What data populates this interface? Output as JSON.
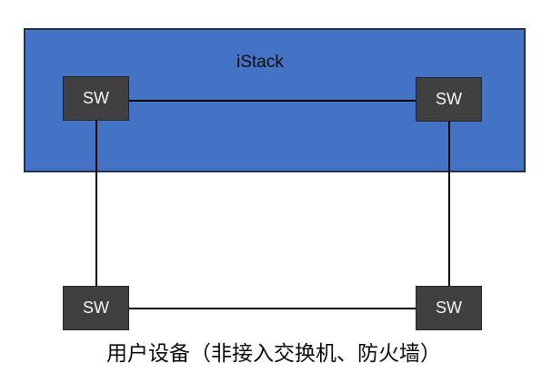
{
  "diagram": {
    "title": "iStack",
    "caption": "用户设备（非接入交换机、防火墙）",
    "zone": {
      "label": "iStack",
      "description_nodes": "two stacked switches linked by a horizontal line"
    },
    "nodes": [
      {
        "id": "sw-top-left",
        "label": "SW"
      },
      {
        "id": "sw-top-right",
        "label": "SW"
      },
      {
        "id": "sw-bottom-left",
        "label": "SW"
      },
      {
        "id": "sw-bottom-right",
        "label": "SW"
      }
    ],
    "connectors": [
      {
        "id": "top-horizontal",
        "from": "sw-top-left",
        "to": "sw-top-right"
      },
      {
        "id": "bottom-horizontal",
        "from": "sw-bottom-left",
        "to": "sw-bottom-right"
      },
      {
        "id": "left-vertical",
        "from": "sw-top-left",
        "to": "sw-bottom-left"
      },
      {
        "id": "right-vertical",
        "from": "sw-top-right",
        "to": "sw-bottom-right"
      }
    ],
    "colors": {
      "background": "#FFFFFF",
      "zone_fill": "#4472C4",
      "zone_border": "#1F3050",
      "node_fill": "#404040",
      "node_border": "#262626",
      "node_text": "#F5F5F5",
      "line": "#000000",
      "text": "#0D0D0D"
    }
  }
}
